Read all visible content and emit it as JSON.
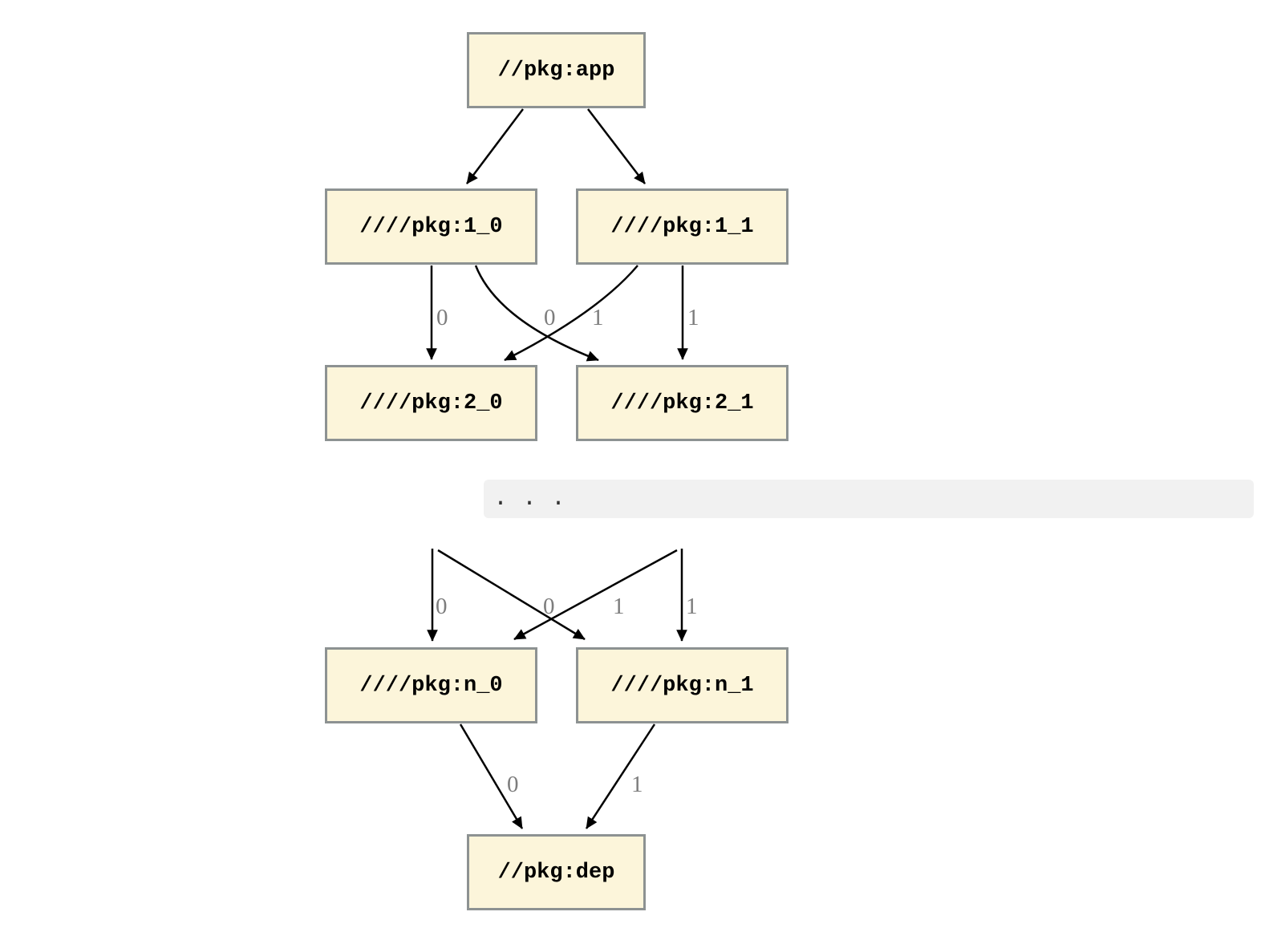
{
  "colors": {
    "node_fill": "#fcf5da",
    "node_border": "#8d9292",
    "edge": "#000000",
    "edge_label": "#7d7d7d",
    "code_bg": "#f1f1f1",
    "code_text": "#333333",
    "page_bg": "#ffffff"
  },
  "graph_upper": {
    "nodes": {
      "app": {
        "label": "//pkg:app"
      },
      "l1_0": {
        "label": "////pkg:1_0"
      },
      "l1_1": {
        "label": "////pkg:1_1"
      },
      "l2_0": {
        "label": "////pkg:2_0"
      },
      "l2_1": {
        "label": "////pkg:2_1"
      }
    },
    "edges": {
      "app_to_1_0": {
        "from": "//pkg:app",
        "to": "////pkg:1_0"
      },
      "app_to_1_1": {
        "from": "//pkg:app",
        "to": "////pkg:1_1"
      },
      "e1_0_to_2_0": {
        "from": "////pkg:1_0",
        "to": "////pkg:2_0",
        "label": "0"
      },
      "e1_1_to_2_0": {
        "from": "////pkg:1_1",
        "to": "////pkg:2_0",
        "label": "0"
      },
      "e1_0_to_2_1": {
        "from": "////pkg:1_0",
        "to": "////pkg:2_1",
        "label": "1"
      },
      "e1_1_to_2_1": {
        "from": "////pkg:1_1",
        "to": "////pkg:2_1",
        "label": "1"
      }
    }
  },
  "separator": {
    "text": ". . ."
  },
  "graph_lower": {
    "nodes": {
      "ln_0": {
        "label": "////pkg:n_0"
      },
      "ln_1": {
        "label": "////pkg:n_1"
      },
      "dep": {
        "label": "//pkg:dep"
      }
    },
    "edges": {
      "above_to_n_0_direct": {
        "to": "////pkg:n_0",
        "label": "0"
      },
      "above_to_n_0_cross": {
        "to": "////pkg:n_0",
        "label": "0"
      },
      "above_to_n_1_cross": {
        "to": "////pkg:n_1",
        "label": "1"
      },
      "above_to_n_1_direct": {
        "to": "////pkg:n_1",
        "label": "1"
      },
      "n_0_to_dep": {
        "from": "////pkg:n_0",
        "to": "//pkg:dep",
        "label": "0"
      },
      "n_1_to_dep": {
        "from": "////pkg:n_1",
        "to": "//pkg:dep",
        "label": "1"
      }
    }
  }
}
